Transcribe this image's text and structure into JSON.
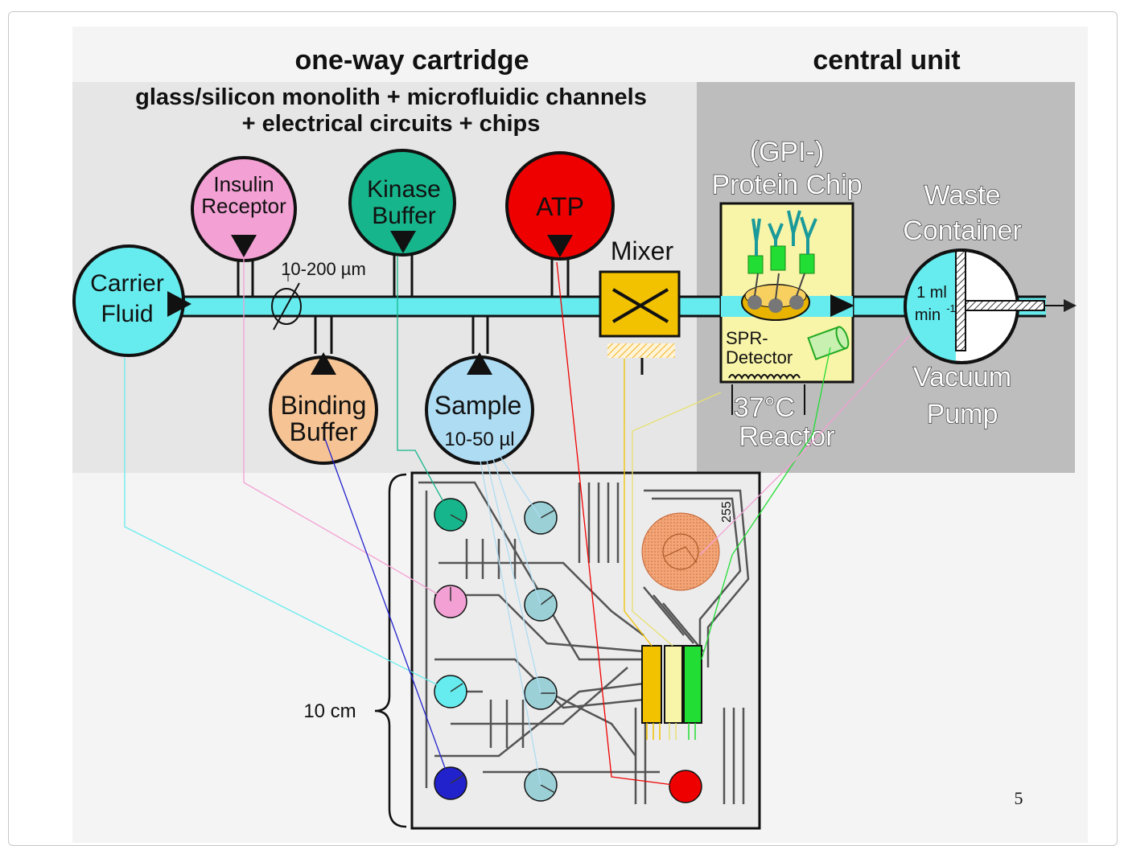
{
  "header": {
    "cartridge_title": "one-way cartridge",
    "central_title": "central unit",
    "subtitle_line1": "glass/silicon monolith + microfluidic channels",
    "subtitle_line2": "+ electrical circuits + chips"
  },
  "reservoirs": {
    "insulin_line1": "Insulin",
    "insulin_line2": "Receptor",
    "kinase_line1": "Kinase",
    "kinase_line2": "Buffer",
    "atp": "ATP",
    "carrier_line1": "Carrier",
    "carrier_line2": "Fluid",
    "binding_line1": "Binding",
    "binding_line2": "Buffer",
    "sample_line1": "Sample",
    "sample_volume": "10-50 µl"
  },
  "channel": {
    "width_label": "10-200 µm"
  },
  "mixer": {
    "label": "Mixer"
  },
  "central_unit": {
    "chip_line1": "(GPI-)",
    "chip_line2": "Protein Chip",
    "spr_line1": "SPR-",
    "spr_line2": "Detector",
    "temp": "37°C",
    "reactor": "Reactor",
    "waste_line1": "Waste",
    "waste_line2": "Container",
    "flow_line1": "1 ml",
    "flow_line2": "min",
    "flow_exp": "-1",
    "pump_line1": "Vacuum",
    "pump_line2": "Pump"
  },
  "cartridge_layout": {
    "size_label": "10 cm",
    "chip_code": "255"
  },
  "page_number": "5",
  "colors": {
    "carrier": "#66ecee",
    "insulin": "#f3a0d4",
    "kinase": "#17b58b",
    "atp": "#ef0000",
    "binding": "#f6c494",
    "sample": "#aedcf3",
    "binding_chip": "#2222cc",
    "mixer": "#f2c200",
    "panel_left": "#ececec",
    "panel_right": "#c0c0c0"
  }
}
